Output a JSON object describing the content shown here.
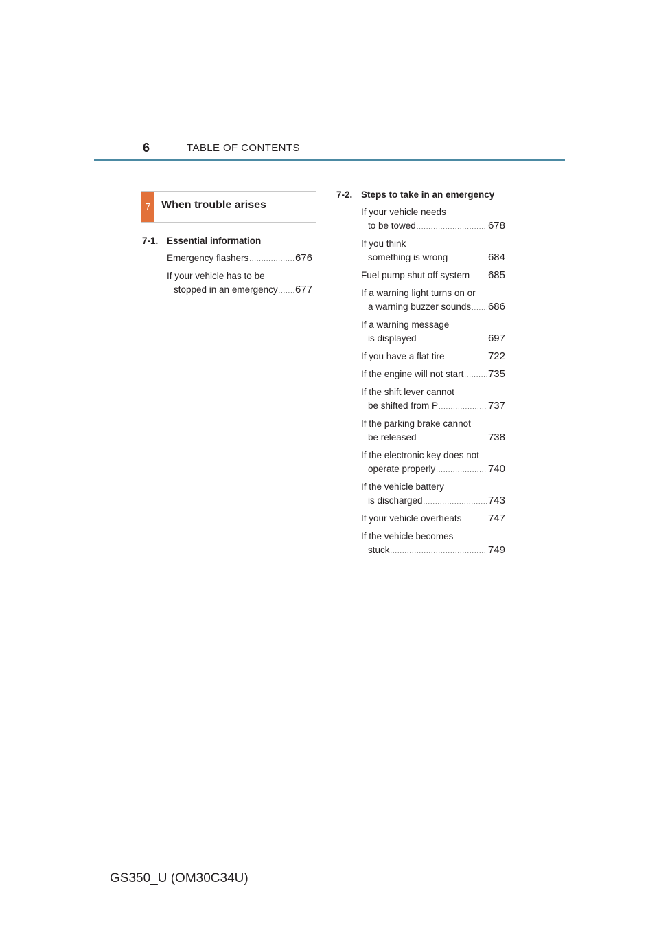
{
  "header": {
    "page_number": "6",
    "title": "TABLE OF CONTENTS"
  },
  "section": {
    "number": "7",
    "title": "When trouble arises"
  },
  "left_column": {
    "chapter_num": "7-1.",
    "chapter_title": "Essential information",
    "entries": [
      {
        "line1": "",
        "line2": "Emergency flashers",
        "page": "676"
      },
      {
        "line1": "If your vehicle has to be",
        "line2": "stopped in an emergency",
        "page": "677"
      }
    ]
  },
  "right_column": {
    "chapter_num": "7-2.",
    "chapter_title": "Steps to take in an emergency",
    "entries": [
      {
        "line1": "If your vehicle needs",
        "line2": "to be towed",
        "page": "678"
      },
      {
        "line1": "If you think",
        "line2": "something is wrong",
        "page": "684"
      },
      {
        "line1": "",
        "line2": "Fuel pump shut off system",
        "page": "685"
      },
      {
        "line1": "If a warning light turns on or",
        "line2": "a warning buzzer sounds",
        "page": "686"
      },
      {
        "line1": "If a warning message",
        "line2": "is displayed",
        "page": "697"
      },
      {
        "line1": "",
        "line2": "If you have a flat tire",
        "page": "722"
      },
      {
        "line1": "",
        "line2": "If the engine will not start",
        "page": "735"
      },
      {
        "line1": "If the shift lever cannot",
        "line2": "be shifted from P",
        "page": "737"
      },
      {
        "line1": "If the parking brake cannot",
        "line2": "be released",
        "page": "738"
      },
      {
        "line1": "If the electronic key does not",
        "line2": "operate properly",
        "page": "740"
      },
      {
        "line1": "If the vehicle battery",
        "line2": "is discharged",
        "page": "743"
      },
      {
        "line1": "",
        "line2": "If your vehicle overheats",
        "page": "747"
      },
      {
        "line1": "If the vehicle becomes",
        "line2": "stuck",
        "page": "749"
      }
    ]
  },
  "footer": {
    "model_code": "GS350_U (OM30C34U)"
  }
}
